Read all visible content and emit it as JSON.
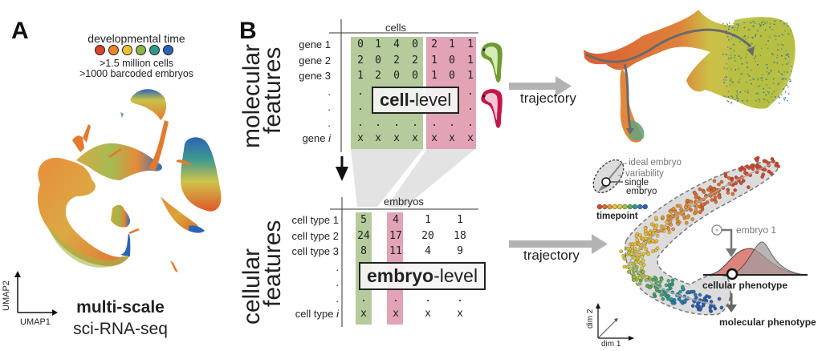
{
  "panel_a": {
    "letter": "A",
    "legend_title": "developmental time",
    "legend_colors": [
      "#d9452b",
      "#e8862e",
      "#f0c232",
      "#8db446",
      "#2a9a8a",
      "#2c64b5"
    ],
    "stat1": ">1.5 million cells",
    "stat2": ">1000 barcoded embryos",
    "axis_x": "UMAP1",
    "axis_y": "UMAP2",
    "caption_bold": "multi-scale",
    "caption": "sci-RNA-seq"
  },
  "panel_b": {
    "letter": "B",
    "molecular": {
      "side_label_1": "molecular",
      "side_label_2": "features",
      "column_header": "cells",
      "rows": [
        {
          "label": "gene 1",
          "values": [
            "0",
            "1",
            "4",
            "0",
            "2",
            "1",
            "1"
          ]
        },
        {
          "label": "gene 2",
          "values": [
            "2",
            "0",
            "2",
            "2",
            "1",
            "0",
            "1"
          ]
        },
        {
          "label": "gene 3",
          "values": [
            "1",
            "2",
            "0",
            "0",
            "1",
            "0",
            "1"
          ]
        },
        {
          "label": ".",
          "values": [
            ".",
            "",
            "",
            "",
            "",
            "",
            "."
          ]
        },
        {
          "label": ".",
          "values": [
            ".",
            "",
            "",
            "",
            "",
            "",
            "."
          ]
        },
        {
          "label": ".",
          "values": [
            ".",
            ".",
            ".",
            ".",
            ".",
            ".",
            "."
          ]
        },
        {
          "label_prefix": "gene ",
          "label_italic": "i",
          "values": [
            "x",
            "x",
            "x",
            "x",
            "x",
            "x",
            "x"
          ]
        }
      ],
      "level_bold": "cell-",
      "level_rest": "level",
      "green_color": "#b5cb9c",
      "pink_color": "#e2a3b6"
    },
    "cellular": {
      "side_label_1": "cellular",
      "side_label_2": "features",
      "column_header": "embryos",
      "rows": [
        {
          "label": "cell type 1",
          "values": [
            "5",
            "4",
            "1",
            "1"
          ]
        },
        {
          "label": "cell type 2",
          "values": [
            "24",
            "17",
            "20",
            "18"
          ]
        },
        {
          "label": "cell type 3",
          "values": [
            "8",
            "11",
            "4",
            "9"
          ]
        },
        {
          "label": ".",
          "values": [
            "",
            "",
            "",
            ""
          ]
        },
        {
          "label": ".",
          "values": [
            "",
            "",
            "",
            ""
          ]
        },
        {
          "label": ".",
          "values": [
            ".",
            ".",
            ".",
            "."
          ]
        },
        {
          "label_prefix": "cell type ",
          "label_italic": "i",
          "values": [
            "x",
            "x",
            "x",
            "x"
          ]
        }
      ],
      "level_bold": "embryo",
      "level_rest": "-level"
    },
    "trajectory_label_top": "trajectory",
    "trajectory_label_bottom": "trajectory",
    "embryo_model": {
      "ideal_embryo": "ideal embryo",
      "variability": "variability",
      "single_embryo_1": "single",
      "single_embryo_2": "embryo",
      "timepoint": "timepoint",
      "embryo_1": "embryo 1",
      "cellular_phenotype": "cellular phenotype",
      "molecular_phenotype": "molecular phenotype",
      "dim_1": "dim 1",
      "dim_2": "dim 2",
      "timepoint_colors": [
        "#d9452b",
        "#e06a2c",
        "#e8922f",
        "#efbc33",
        "#d8c83a",
        "#9fbf45",
        "#5ca95b",
        "#2a9a8a",
        "#2c7ab0",
        "#2c5cb5"
      ]
    }
  }
}
